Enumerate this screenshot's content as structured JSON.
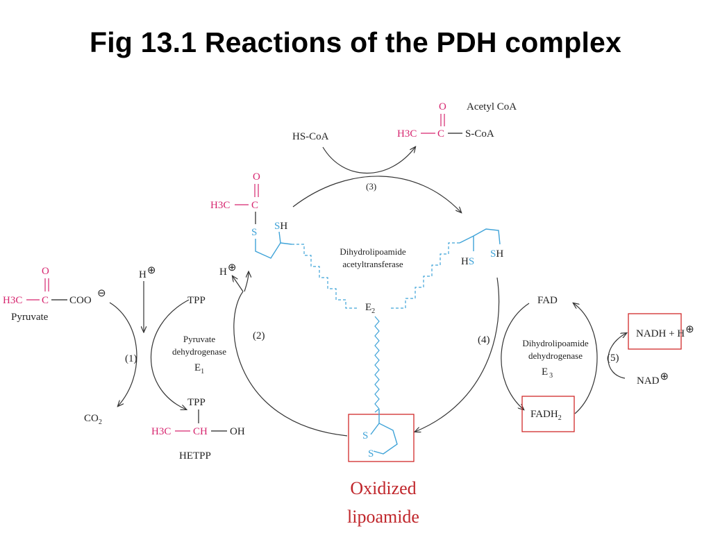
{
  "title": "Fig 13.1  Reactions of the PDH complex",
  "pyruvate": {
    "o": "O",
    "h3c": "H3C",
    "c": "C",
    "coo": "COO",
    "minus": "⊖",
    "name": "Pyruvate"
  },
  "hplus_left": {
    "h": "H",
    "plus": "⊕"
  },
  "hplus_mid": {
    "h": "H",
    "plus": "⊕"
  },
  "steps": {
    "s1": "(1)",
    "s2": "(2)",
    "s3": "(3)",
    "s4": "(4)",
    "s5": "(5)"
  },
  "e1": {
    "line1": "Pyruvate",
    "line2": "dehydrogenase",
    "name": "E",
    "sub": "1"
  },
  "tpp_top": "TPP",
  "tpp_bottom": "TPP",
  "co2": {
    "co": "CO",
    "sub": "2"
  },
  "hetpp": {
    "h3c": "H3C",
    "ch": "CH",
    "oh": "OH",
    "name": "HETPP"
  },
  "acetyl_lipoamide": {
    "o": "O",
    "h3c": "H3C",
    "c": "C",
    "s": "S",
    "sh_s": "S",
    "sh_h": "H"
  },
  "hs_coa": "HS-CoA",
  "acetyl_coa": {
    "o": "O",
    "name": "Acetyl CoA",
    "h3c": "H3C",
    "c": "C",
    "scoa": "S-CoA"
  },
  "e2": {
    "line1": "Dihydrolipoamide",
    "line2": "acetyltransferase",
    "name": "E",
    "sub": "2"
  },
  "dihydrolipoamide": {
    "hs_h": "H",
    "hs_s": "S",
    "sh_s": "S",
    "sh_h": "H"
  },
  "fad": "FAD",
  "fadh2": {
    "text": "FADH",
    "sub": "2"
  },
  "e3": {
    "line1": "Dihydrolipoamide",
    "line2": "dehydrogenase",
    "name": "E",
    "sub": "3"
  },
  "nadh": {
    "text": "NADH + H",
    "plus": "⊕"
  },
  "nad": {
    "text": "NAD",
    "plus": "⊕"
  },
  "oxidized": {
    "s1": "S",
    "s2": "S",
    "line1": "Oxidized",
    "line2": "lipoamide"
  }
}
